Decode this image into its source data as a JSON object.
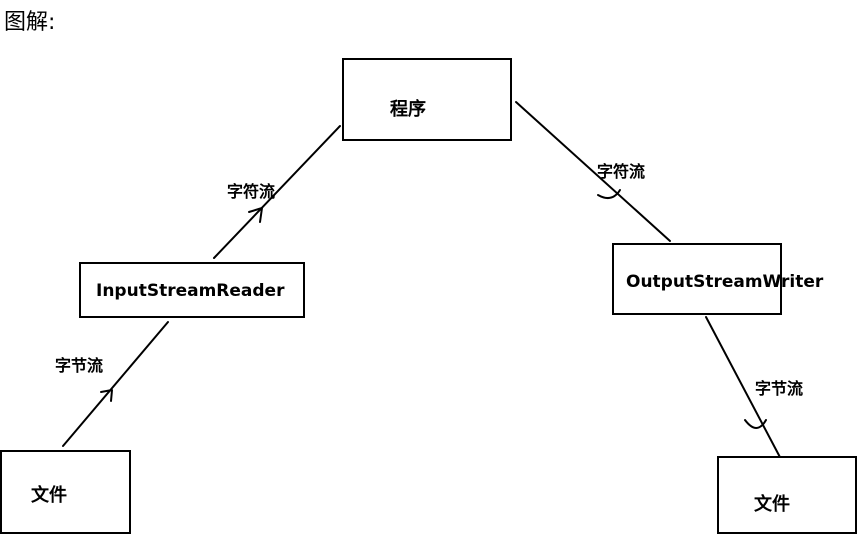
{
  "heading": "图解:",
  "nodes": {
    "program": "程序",
    "input_reader": "InputStreamReader",
    "output_writer": "OutputStreamWriter",
    "file_left": "文件",
    "file_right": "文件"
  },
  "edges": {
    "reader_to_program": "字符流",
    "program_to_writer": "字符流",
    "file_to_reader": "字节流",
    "writer_to_file": "字节流"
  },
  "colors": {
    "stroke": "#000000",
    "background": "#ffffff"
  }
}
